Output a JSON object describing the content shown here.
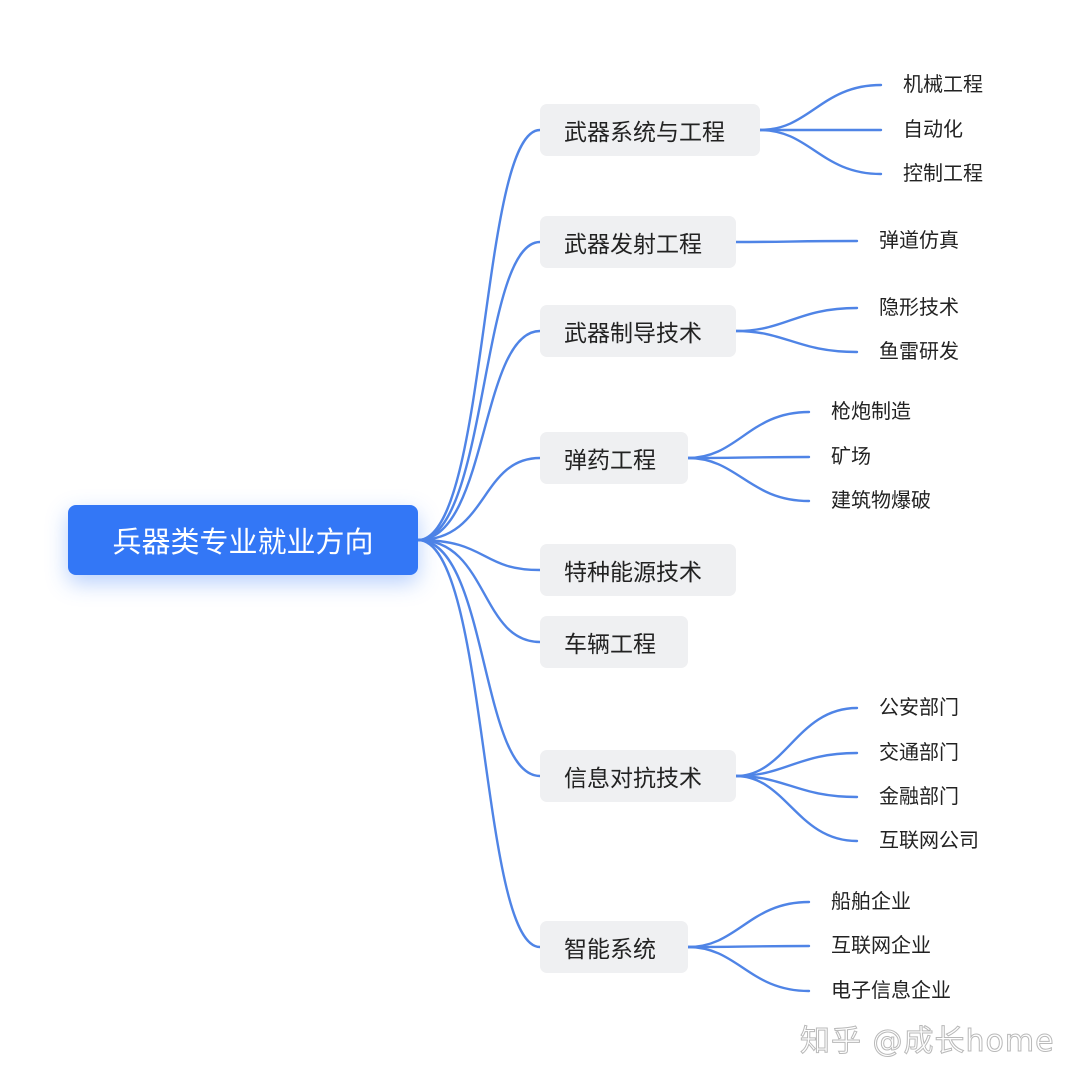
{
  "root": {
    "label": "兵器类专业就业方向"
  },
  "branches": [
    {
      "label": "武器系统与工程",
      "children": [
        "机械工程",
        "自动化",
        "控制工程"
      ]
    },
    {
      "label": "武器发射工程",
      "children": [
        "弹道仿真"
      ]
    },
    {
      "label": "武器制导技术",
      "children": [
        "隐形技术",
        "鱼雷研发"
      ]
    },
    {
      "label": "弹药工程",
      "children": [
        "枪炮制造",
        "矿场",
        "建筑物爆破"
      ]
    },
    {
      "label": "特种能源技术",
      "children": []
    },
    {
      "label": "车辆工程",
      "children": []
    },
    {
      "label": "信息对抗技术",
      "children": [
        "公安部门",
        "交通部门",
        "金融部门",
        "互联网公司"
      ]
    },
    {
      "label": "智能系统",
      "children": [
        "船舶企业",
        "互联网企业",
        "电子信息企业"
      ]
    }
  ],
  "watermark": "知乎 @成长home",
  "colors": {
    "root_bg": "#3377f6",
    "branch_bg": "#eff0f2",
    "connector": "#4f84e6"
  }
}
